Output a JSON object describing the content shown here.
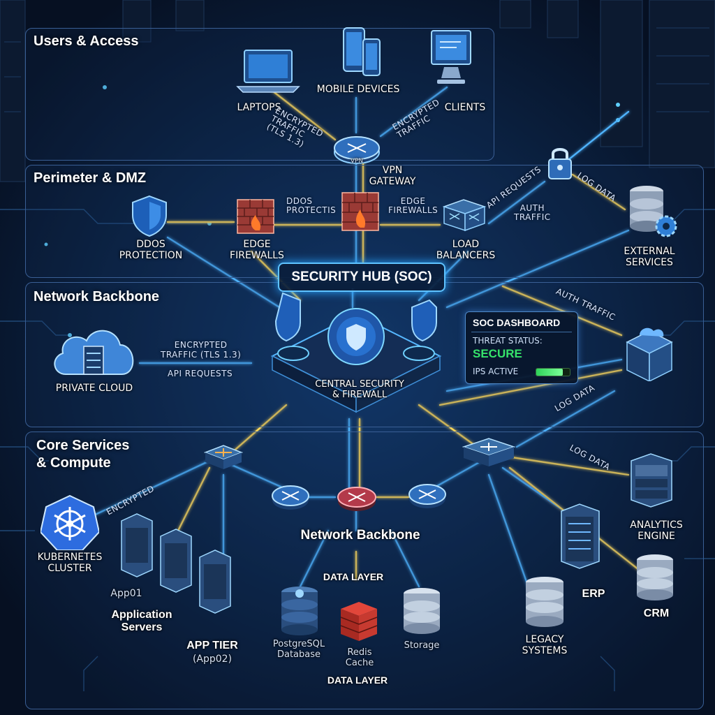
{
  "sections": {
    "users": "Users & Access",
    "perimeter": "Perimeter & DMZ",
    "backbone": "Network Backbone",
    "core": "Core Services\n& Compute"
  },
  "nodes": {
    "laptops": "LAPTOPS",
    "mobile": "MOBILE DEVICES",
    "clients": "CLIENTS",
    "vpn_icon": "VPN",
    "vpn": "VPN\nGATEWAY",
    "ddos": "DDOS\nPROTECTION",
    "edge_firewalls": "EDGE\nFIREWALLS",
    "load_balancers": "LOAD\nBALANCERS",
    "external": "EXTERNAL\nSERVICES",
    "hub": "SECURITY HUB (SOC)",
    "central": "CENTRAL SECURITY\n& FIREWALL",
    "private_cloud": "PRIVATE CLOUD",
    "kubernetes": "KUBERNETES\nCLUSTER",
    "app01": "App01",
    "app_servers": "Application\nServers",
    "app_tier": "APP TIER",
    "app02": "(App02)",
    "backbone_label": "Network Backbone",
    "data_layer_top": "DATA LAYER",
    "data_layer_bottom": "DATA LAYER",
    "postgres": "PostgreSQL\nDatabase",
    "redis": "Redis\nCache",
    "storage": "Storage",
    "legacy": "LEGACY\nSYSTEMS",
    "erp": "ERP",
    "crm": "CRM",
    "analytics": "ANALYTICS\nENGINE"
  },
  "flows": {
    "enc_left": "ENCRYPTED\nTRAFFIC\n(TLS 1.3)",
    "enc_right": "ENCRYPTED\nTRAFFIC",
    "ddos_protectis": "DDOS\nPROTECTIS",
    "edge_fw2": "EDGE\nFIREWALLS",
    "api_requests_top": "API REQUESTS",
    "auth_traffic_top": "AUTH\nTRAFFIC",
    "log_data_top": "LOG DATA",
    "auth_traffic_mid": "AUTH TRAFFIC",
    "encrypted_cloud": "ENCRYPTED\nTRAFFIC (TLS 1.3)",
    "api_requests_cloud": "API REQUESTS",
    "log_data_mid": "LOG DATA",
    "log_data_core": "LOG DATA",
    "encrypted_core": "ENCRYPTED"
  },
  "soc_dashboard": {
    "title": "SOC DASHBOARD",
    "threat_label": "THREAT STATUS:",
    "threat_value": "SECURE",
    "ips_label": "IPS ACTIVE",
    "ips_level": 0.8
  },
  "colors": {
    "background": "#071226",
    "flow_blue": "#4fb4ff",
    "flow_yellow": "#ffd95a",
    "secure_green": "#36e36b",
    "firewall_red": "#e2463a"
  },
  "icons": {
    "laptops": "laptop-icon",
    "mobile": "mobile-devices-icon",
    "clients": "monitor-icon",
    "vpn": "router-icon",
    "ddos": "shield-icon",
    "firewall": "firewall-brick-icon",
    "load_balancer": "switch-icon",
    "external": "database-gear-icon",
    "lock": "padlock-icon",
    "cloud": "cloud-server-icon",
    "kubernetes": "kubernetes-wheel-icon",
    "redis": "redis-cube-icon"
  }
}
